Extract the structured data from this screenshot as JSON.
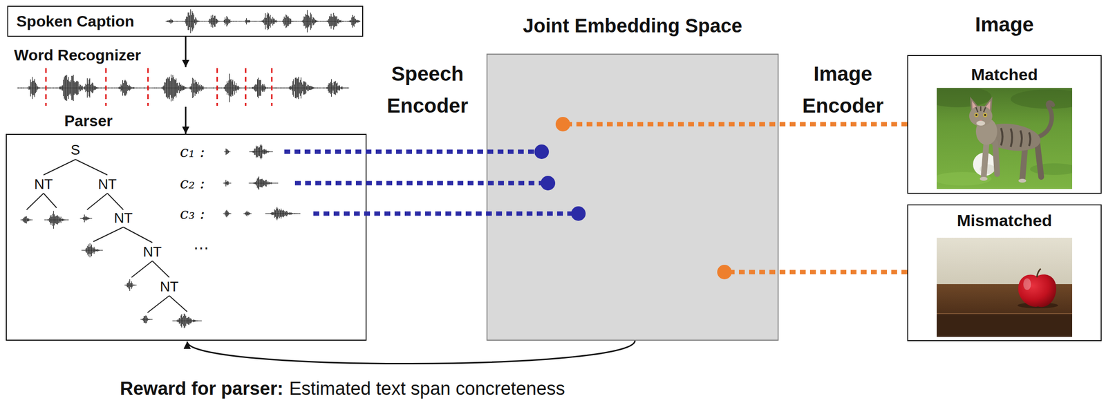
{
  "diagram": {
    "nodes": [
      {
        "text": [
          "Spoken Caption"
        ]
      },
      {
        "text": [
          "Parser"
        ]
      },
      {
        "text": [
          "Joint Embedding Space"
        ]
      },
      {
        "text": [
          "Matched"
        ]
      },
      {
        "text": [
          "Mismatched"
        ]
      }
    ],
    "edges": [
      {
        "from": 0,
        "to": 1,
        "arrow": "to"
      },
      {
        "from": 1,
        "to": 2,
        "arrow": "none"
      },
      {
        "from": 1,
        "to": 2,
        "arrow": "none"
      },
      {
        "from": 1,
        "to": 2,
        "arrow": "none"
      },
      {
        "from": 3,
        "to": 2,
        "arrow": "none"
      },
      {
        "from": 4,
        "to": 2,
        "arrow": "none"
      },
      {
        "from": 2,
        "to": 1,
        "arrow": "to"
      }
    ],
    "labels": [
      "Word Recognizer",
      "S",
      "NT",
      "NT",
      "NT",
      "NT",
      "NT",
      "c₁ :",
      "c₂ :",
      "c₃ :",
      "⋯",
      "Speech Encoder",
      "Image Encoder",
      "Image",
      "Reward for parser:",
      "Estimated text span concreteness"
    ]
  }
}
